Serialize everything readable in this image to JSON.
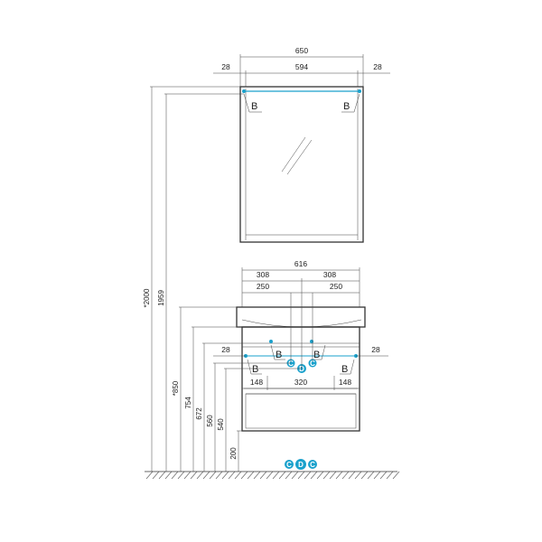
{
  "colors": {
    "accent": "#1aa1cc",
    "line": "#333333"
  },
  "mirror": {
    "width_total": "650",
    "width_inner": "594",
    "side_left": "28",
    "side_right": "28",
    "bracket_left": "B",
    "bracket_right": "B"
  },
  "cabinet": {
    "width_total": "616",
    "half_left": "308",
    "half_right": "308",
    "offset_left": "250",
    "offset_right": "250",
    "side_left": "28",
    "side_right": "28",
    "mount_left": "148",
    "mount_center": "320",
    "mount_right": "148",
    "brackets": [
      "B",
      "B",
      "B",
      "B"
    ],
    "drain_label": "D",
    "cold_label": "C"
  },
  "heights": {
    "h2000": "*2000",
    "h1959": "1959",
    "h850": "*850",
    "h754": "754",
    "h672": "672",
    "h560": "560",
    "h540": "540",
    "h200": "200"
  },
  "floor_connectors": [
    "C",
    "D",
    "C"
  ]
}
